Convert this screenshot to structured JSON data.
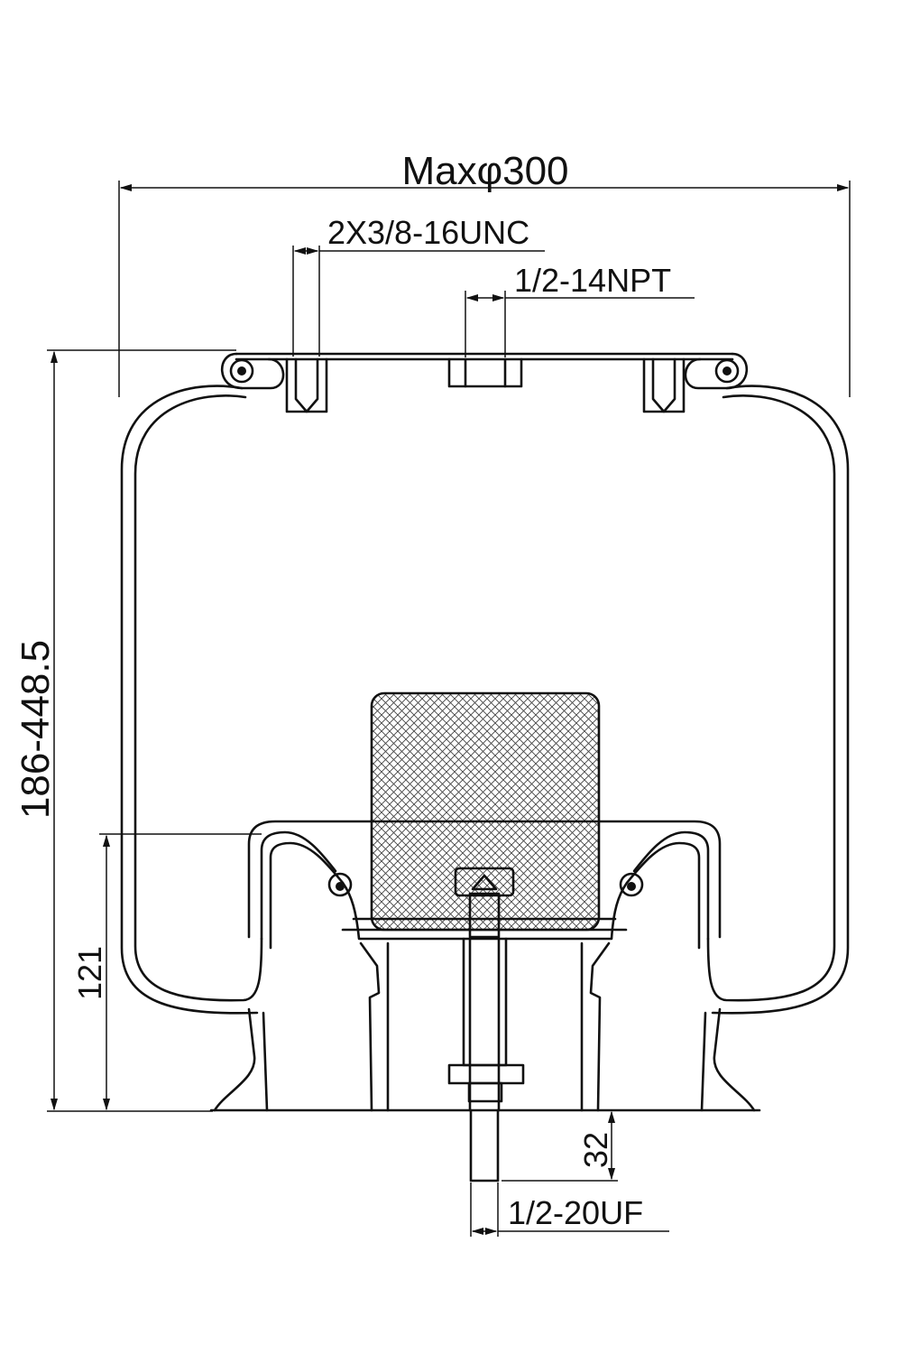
{
  "dimensions": {
    "max_diameter": "Maxφ300",
    "top_studs": "2X3/8-16UNC",
    "air_inlet": "1/2-14NPT",
    "height_range": "186-448.5",
    "piston_height": "121",
    "stud_length": "32",
    "bottom_stud": "1/2-20UF"
  }
}
